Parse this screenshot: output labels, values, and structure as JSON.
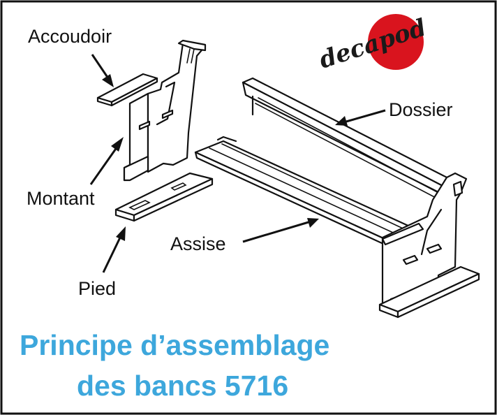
{
  "logo": {
    "text": "decapod",
    "color": "#d9141e"
  },
  "labels": {
    "accoudoir": "Accoudoir",
    "montant": "Montant",
    "pied": "Pied",
    "dossier": "Dossier",
    "assise": "Assise"
  },
  "title": {
    "line1": "Principe d’assemblage",
    "line2": "des bancs 5716",
    "color": "#3da7dc"
  }
}
